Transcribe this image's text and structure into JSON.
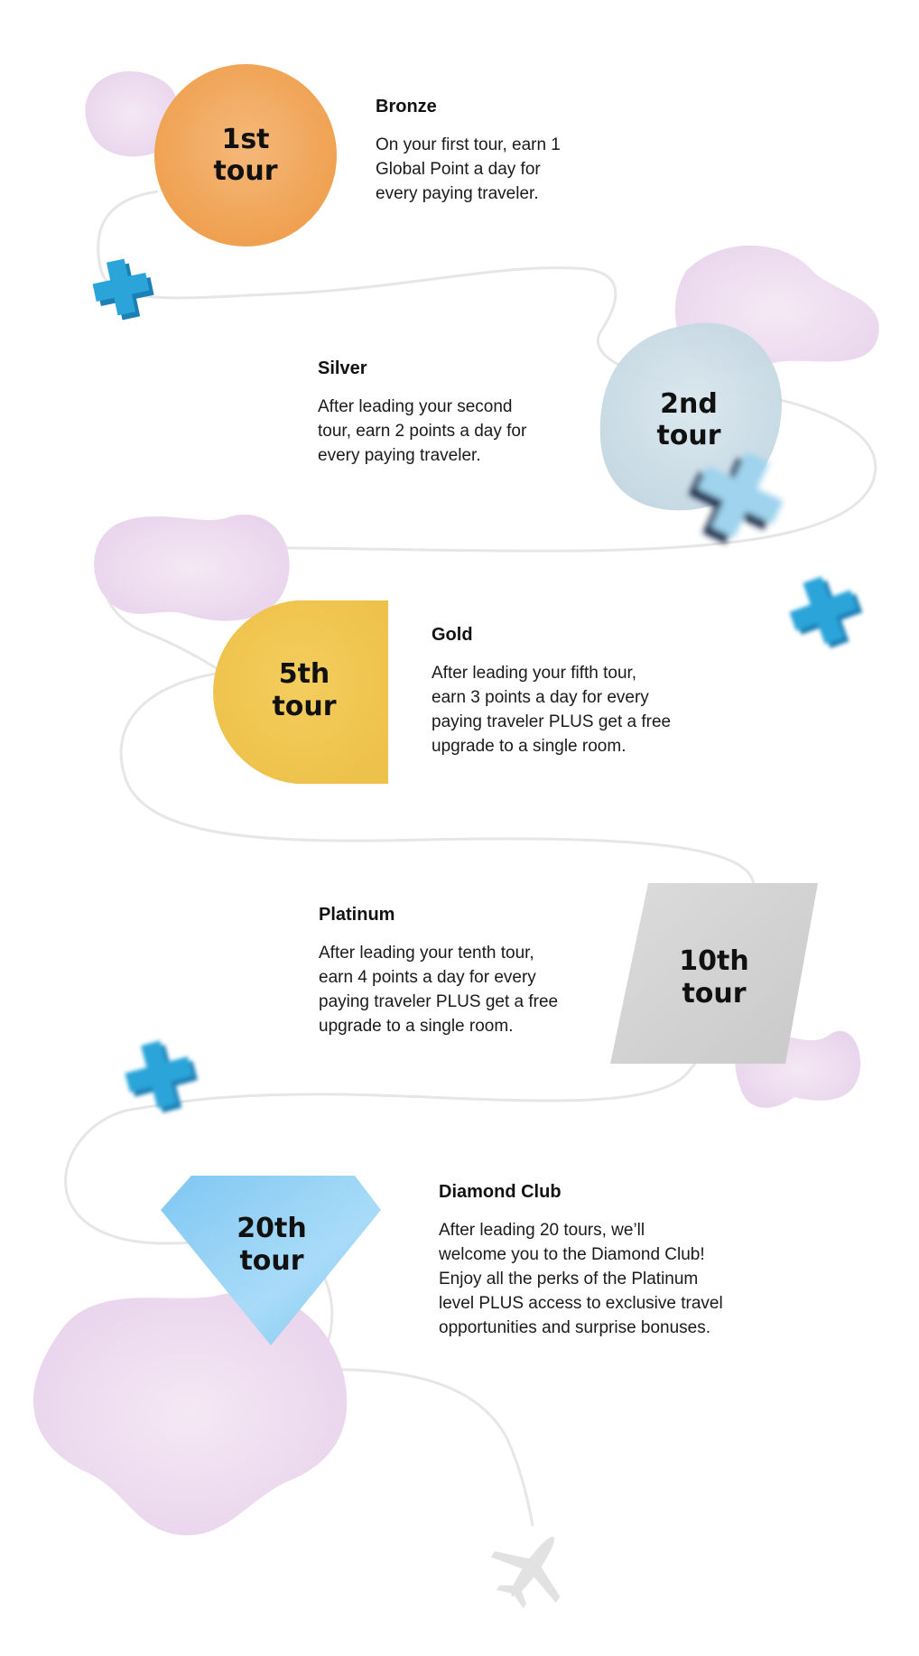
{
  "tiers": [
    {
      "badge_line1": "1st",
      "badge_line2": "tour",
      "title": "Bronze",
      "description": "On your first tour, earn 1\nGlobal Point a day for\nevery paying traveler.",
      "badge_shape": "circle",
      "badge_color": "#F0A24F"
    },
    {
      "badge_line1": "2nd",
      "badge_line2": "tour",
      "title": "Silver",
      "description": "After leading your second\ntour, earn 2 points a day for\nevery paying traveler.",
      "badge_shape": "blob",
      "badge_color": "#C9DCE6"
    },
    {
      "badge_line1": "5th",
      "badge_line2": "tour",
      "title": "Gold",
      "description": "After leading your fifth tour,\nearn 3 points a day for every\npaying traveler PLUS get a free\nupgrade to a single room.",
      "badge_shape": "half-round",
      "badge_color": "#F0C64F"
    },
    {
      "badge_line1": "10th",
      "badge_line2": "tour",
      "title": "Platinum",
      "description": "After leading your tenth tour,\nearn 4 points a day for every\npaying traveler PLUS get a free\nupgrade to a single room.",
      "badge_shape": "parallelogram",
      "badge_color": "#D3D3D3"
    },
    {
      "badge_line1": "20th",
      "badge_line2": "tour",
      "title": "Diamond Club",
      "description": "After leading 20 tours, we’ll\nwelcome you to the Diamond Club!\nEnjoy all the perks of the Platinum\nlevel PLUS access to exclusive travel\nopportunities and surprise bonuses.",
      "badge_shape": "diamond",
      "badge_color": "#8CCFF5"
    }
  ],
  "decor": {
    "cloud_color": "#EBD7EE",
    "cross_color": "#2BA4D9",
    "path_color": "#E6E6E6",
    "plane_color": "#E2E2E2",
    "icons": [
      "cloud-icon",
      "cross-icon",
      "airplane-icon"
    ]
  }
}
